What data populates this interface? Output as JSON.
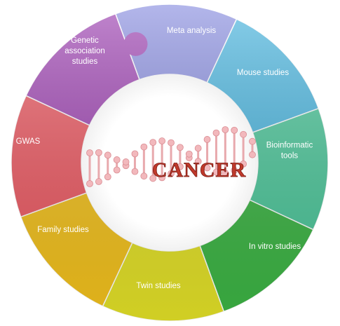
{
  "center": {
    "word": "CANCER"
  },
  "segments": [
    {
      "id": "meta",
      "label_lines": [
        "Meta analysis"
      ],
      "color": "#8a8fe0"
    },
    {
      "id": "mouse",
      "label_lines": [
        "Mouse studies"
      ],
      "color": "#4ab6e0"
    },
    {
      "id": "bioinf",
      "label_lines": [
        "Bioinformatic",
        "tools"
      ],
      "color": "#4cc89b"
    },
    {
      "id": "invitro",
      "label_lines": [
        "In vitro studies"
      ],
      "color": "#3cb544"
    },
    {
      "id": "twin",
      "label_lines": [
        "Twin studies"
      ],
      "color": "#e3e127"
    },
    {
      "id": "family",
      "label_lines": [
        "Family studies"
      ],
      "color": "#f4c21c"
    },
    {
      "id": "gwas",
      "label_lines": [
        "GWAS"
      ],
      "color": "#ee5a63"
    },
    {
      "id": "genetic",
      "label_lines": [
        "Genetic",
        "association",
        "studies"
      ],
      "color": "#a045b4"
    }
  ]
}
